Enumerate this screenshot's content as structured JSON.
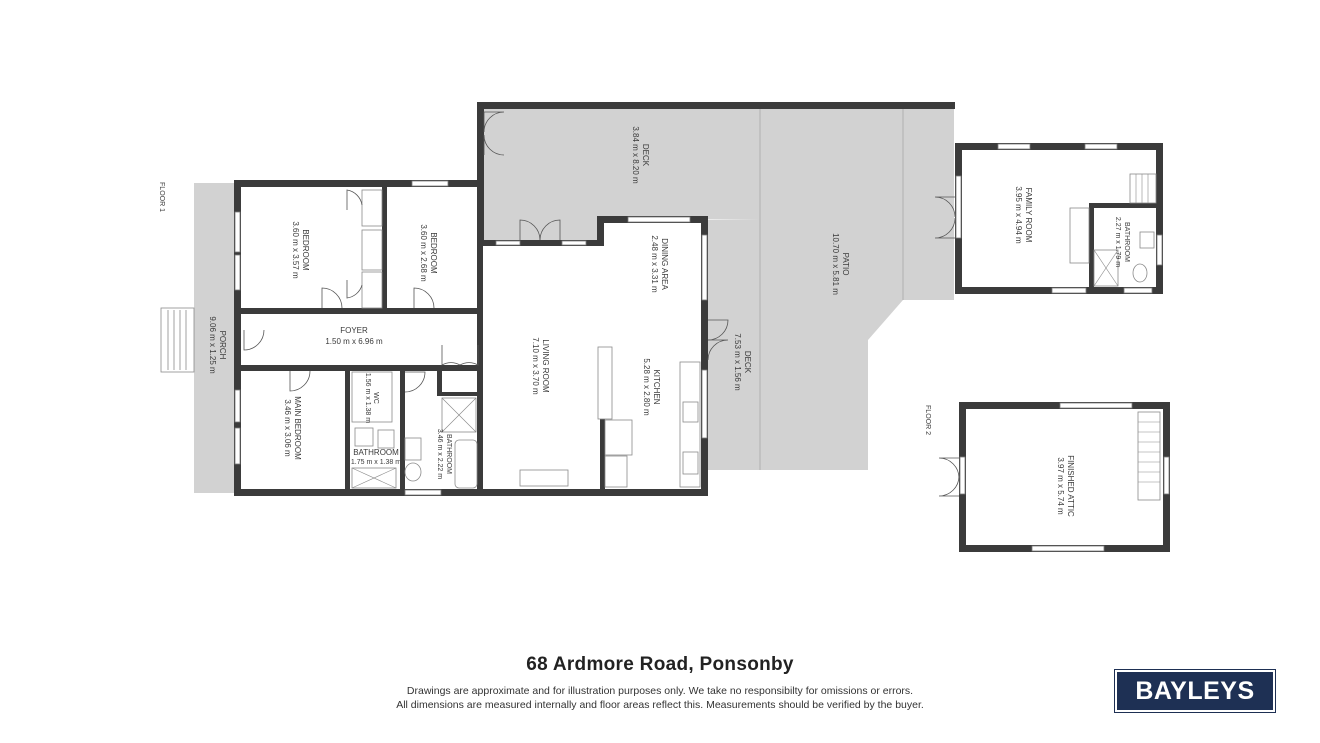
{
  "floors": {
    "floor1": "FLOOR 1",
    "floor2": "FLOOR 2"
  },
  "rooms": {
    "deck_top": {
      "name": "DECK",
      "dims": "3.84 m x 8.20 m"
    },
    "patio": {
      "name": "PATIO",
      "dims": "10.70 m x 5.81 m"
    },
    "family": {
      "name": "FAMILY ROOM",
      "dims": "3.95 m x 4.94 m"
    },
    "bath_small": {
      "name": "BATHROOM",
      "dims": "2.27 m x 1.79 m"
    },
    "bed1": {
      "name": "BEDROOM",
      "dims": "3.60 m x 3.57 m"
    },
    "bed2": {
      "name": "BEDROOM",
      "dims": "3.60 m x 2.68 m"
    },
    "dining": {
      "name": "DINING AREA",
      "dims": "2.48 m x 3.31 m"
    },
    "porch": {
      "name": "PORCH",
      "dims": "9.06 m x 1.25 m"
    },
    "foyer": {
      "name": "FOYER",
      "dims": "1.50 m x 6.96 m"
    },
    "living": {
      "name": "LIVING ROOM",
      "dims": "7.10 m x 3.70 m"
    },
    "kitchen": {
      "name": "KITCHEN",
      "dims": "5.28 m x 2.80 m"
    },
    "deck_side": {
      "name": "DECK",
      "dims": "7.53 m x 1.56 m"
    },
    "main_bed": {
      "name": "MAIN BEDROOM",
      "dims": "3.46 m x 3.06 m"
    },
    "wc": {
      "name": "WC",
      "dims": "1.56 m x 1.38 m"
    },
    "bath_main": {
      "name": "BATHROOM",
      "dims": "3.46 m x 2.22 m"
    },
    "bath_lower": {
      "name": "BATHROOM",
      "dims": "1.75 m x 1.38 m"
    },
    "attic": {
      "name": "FINISHED ATTIC",
      "dims": "3.97 m x 5.74 m"
    }
  },
  "footer": {
    "title": "68 Ardmore Road, Ponsonby",
    "disclaimer_line1": "Drawings are approximate and for illustration purposes only. We take no responsibilty for omissions or errors.",
    "disclaimer_line2": "All dimensions are measured internally and floor areas reflect this. Measurements should be verified by the buyer.",
    "brand": "BAYLEYS"
  }
}
